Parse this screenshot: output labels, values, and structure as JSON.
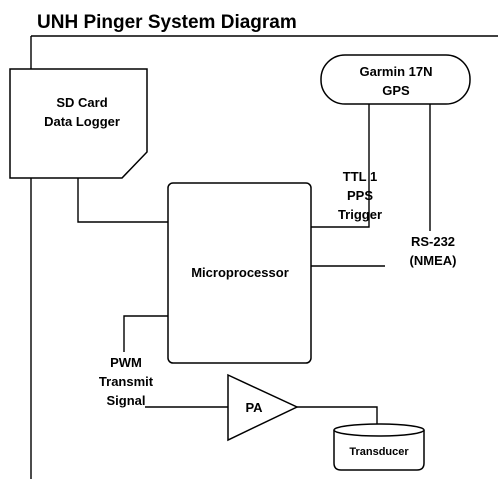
{
  "title": "UNH Pinger System Diagram",
  "nodes": {
    "sd_card": {
      "line1": "SD Card",
      "line2": "Data Logger"
    },
    "gps": {
      "line1": "Garmin 17N",
      "line2": "GPS"
    },
    "microprocessor": {
      "label": "Microprocessor"
    },
    "pa": {
      "label": "PA"
    },
    "transducer": {
      "label": "Transducer"
    }
  },
  "signals": {
    "ttl": {
      "line1": "TTL 1",
      "line2": "PPS",
      "line3": "Trigger"
    },
    "rs232": {
      "line1": "RS-232",
      "line2": "(NMEA)"
    },
    "pwm": {
      "line1": "PWM",
      "line2": "Transmit",
      "line3": "Signal"
    }
  }
}
